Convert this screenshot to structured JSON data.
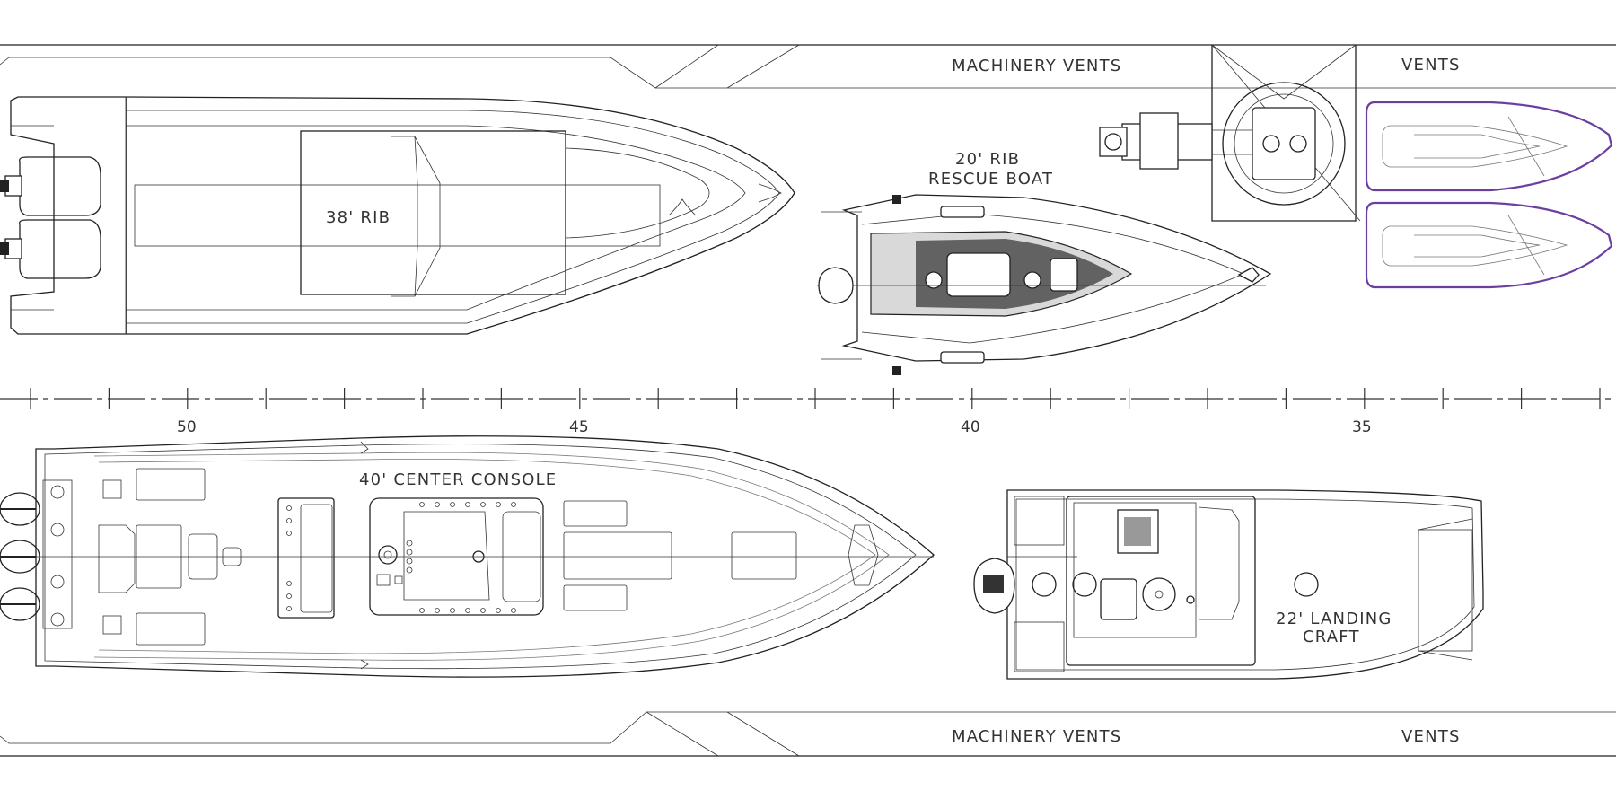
{
  "labels": {
    "machinery_vents_top": "MACHINERY VENTS",
    "vents_top": "VENTS",
    "machinery_vents_bottom": "MACHINERY VENTS",
    "vents_bottom": "VENTS",
    "rib38": "38' RIB",
    "rib20_line1": "20' RIB",
    "rib20_line2": "RESCUE BOAT",
    "center_console": "40' CENTER CONSOLE",
    "landing_craft_line1": "22' LANDING",
    "landing_craft_line2": "CRAFT"
  },
  "scale": {
    "ticks": [
      "50",
      "45",
      "40",
      "35"
    ]
  },
  "colors": {
    "line": "#222222",
    "jetski_outline": "#6b3fa0",
    "background": "#ffffff"
  }
}
